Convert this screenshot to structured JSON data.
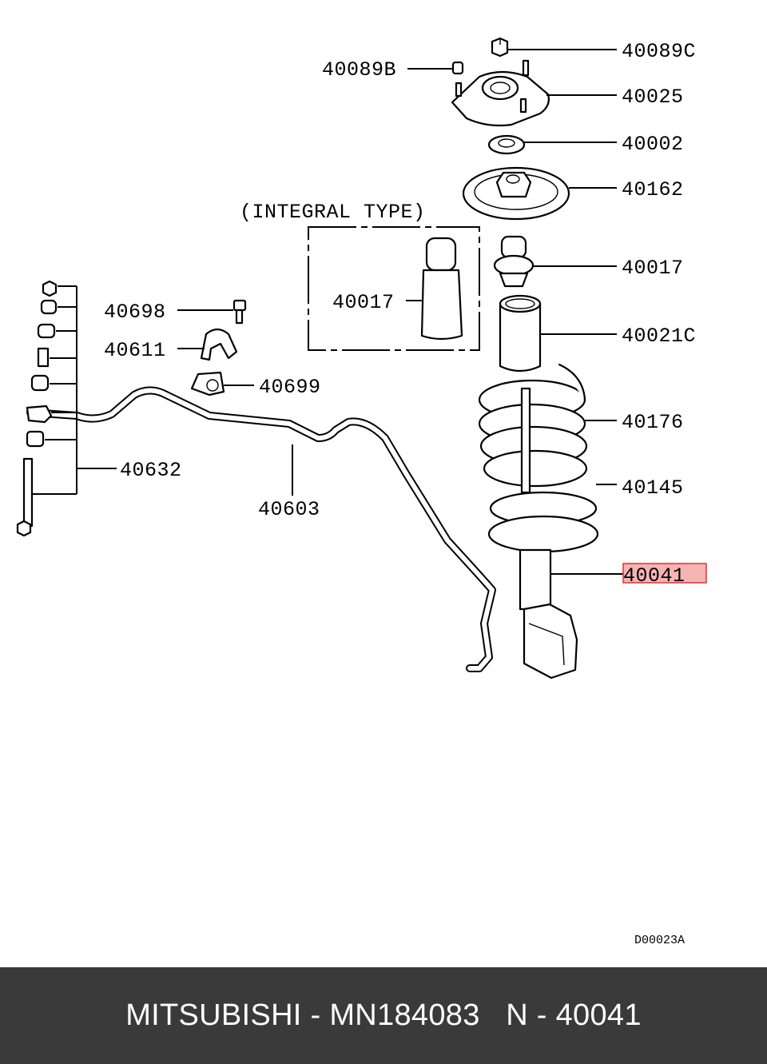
{
  "diagram": {
    "integral_label": "(INTEGRAL TYPE)",
    "code": "D00023A",
    "highlight_color": "#f4a6a6",
    "labels": {
      "p40089C": "40089C",
      "p40089B": "40089B",
      "p40025": "40025",
      "p40002": "40002",
      "p40162": "40162",
      "p40017_box": "40017",
      "p40017": "40017",
      "p40021C": "40021C",
      "p40176": "40176",
      "p40145": "40145",
      "p40041": "40041",
      "p40698": "40698",
      "p40611": "40611",
      "p40699": "40699",
      "p40632": "40632",
      "p40603": "40603"
    }
  },
  "footer": {
    "text": "MITSUBISHI - MN184083   N - 40041"
  }
}
